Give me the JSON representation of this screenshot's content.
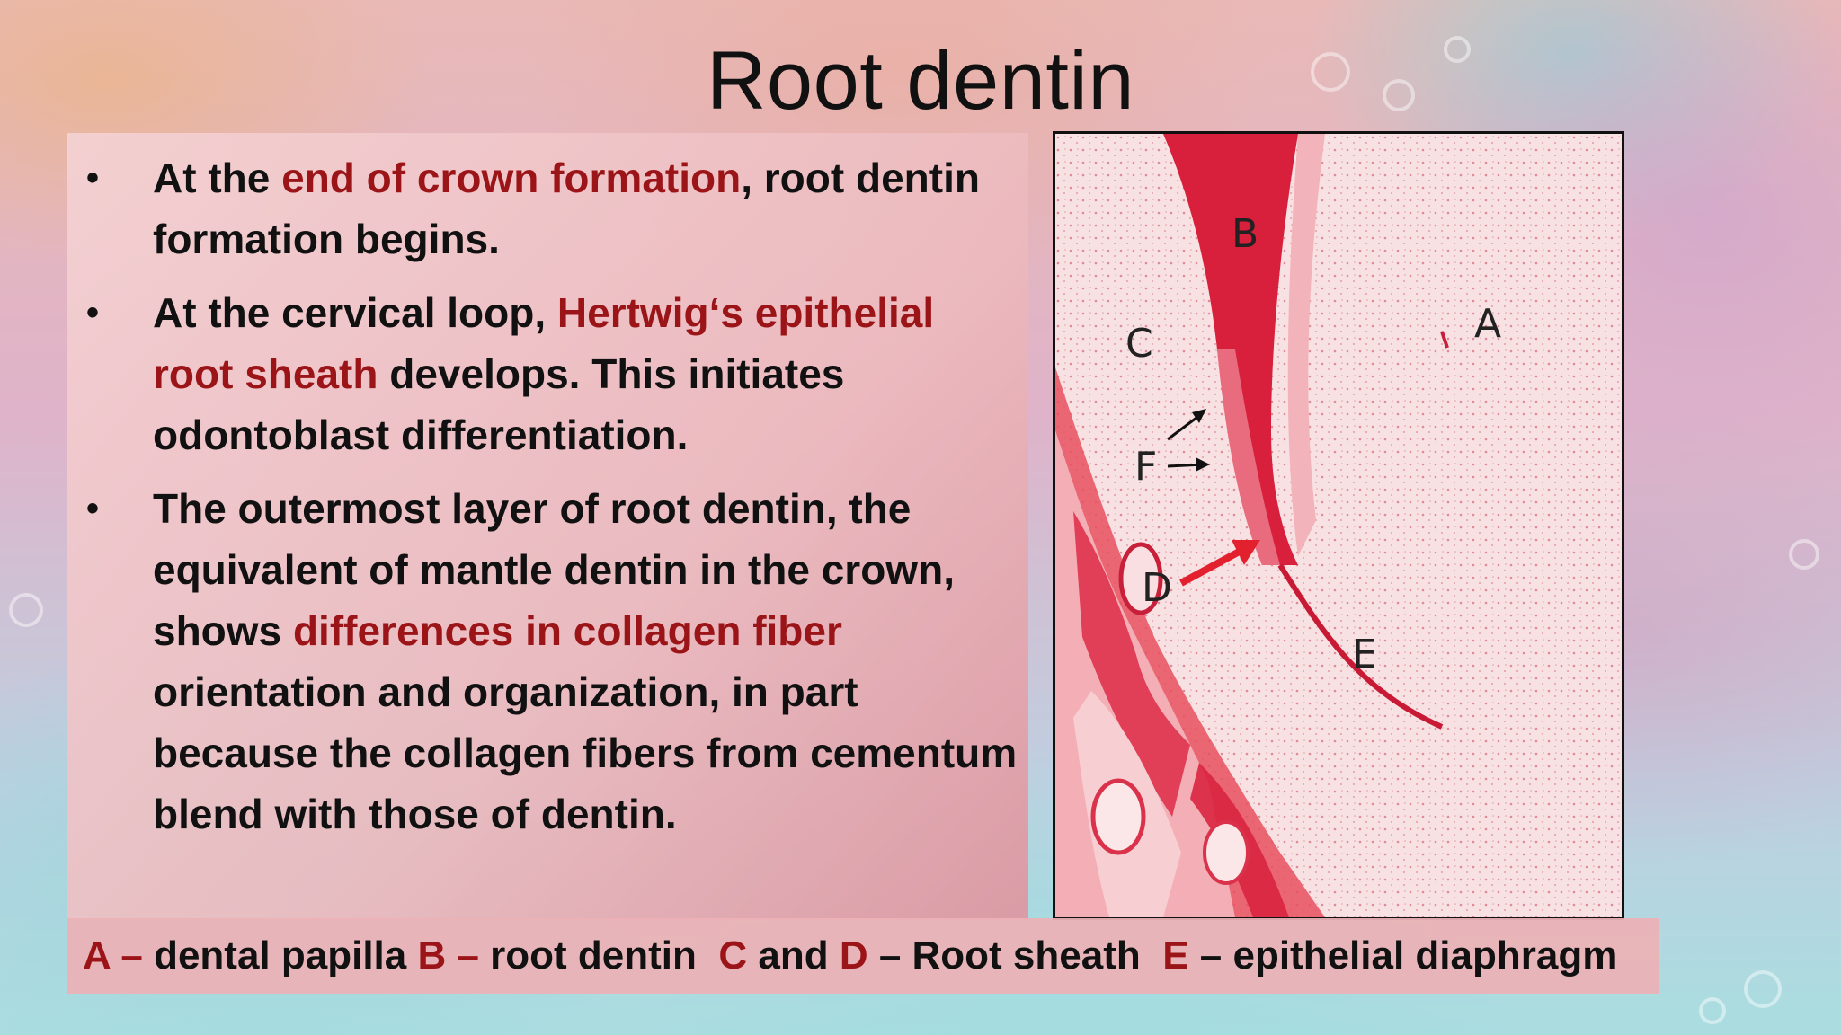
{
  "slide": {
    "title": "Root dentin"
  },
  "bullets": [
    {
      "segments": [
        {
          "text": "At the ",
          "highlight": false
        },
        {
          "text": "end of crown formation",
          "highlight": true
        },
        {
          "text": ", root dentin formation begins.",
          "highlight": false
        }
      ]
    },
    {
      "segments": [
        {
          "text": "At the cervical loop, ",
          "highlight": false
        },
        {
          "text": "Hertwig‘s epithelial root sheath",
          "highlight": true
        },
        {
          "text": " develops. This initiates odontoblast differentiation.",
          "highlight": false
        }
      ]
    },
    {
      "segments": [
        {
          "text": "The outermost layer of root dentin, the equivalent of mantle dentin in the crown, shows ",
          "highlight": false
        },
        {
          "text": "differences in collagen fiber",
          "highlight": true
        },
        {
          "text": " orientation and organization, in part because the collagen fibers from cementum blend with those of dentin.",
          "highlight": false
        }
      ]
    }
  ],
  "figure": {
    "labels": {
      "a": "A",
      "b": "B",
      "c": "C",
      "d": "D",
      "e": "E",
      "f": "F"
    }
  },
  "caption": {
    "a_key": "A –",
    "a_text": " dental papilla ",
    "b_key": "B –",
    "b_text": " root dentin  ",
    "c_key": "C",
    "c_and": " and ",
    "d_key": "D",
    "cd_text": " – Root sheath  ",
    "e_key": "E",
    "e_text": " – epithelial diaphragm"
  },
  "colors": {
    "highlight": "#9b1518",
    "stain_dark": "#d81f3c",
    "stain_light": "#f6d6d8"
  }
}
